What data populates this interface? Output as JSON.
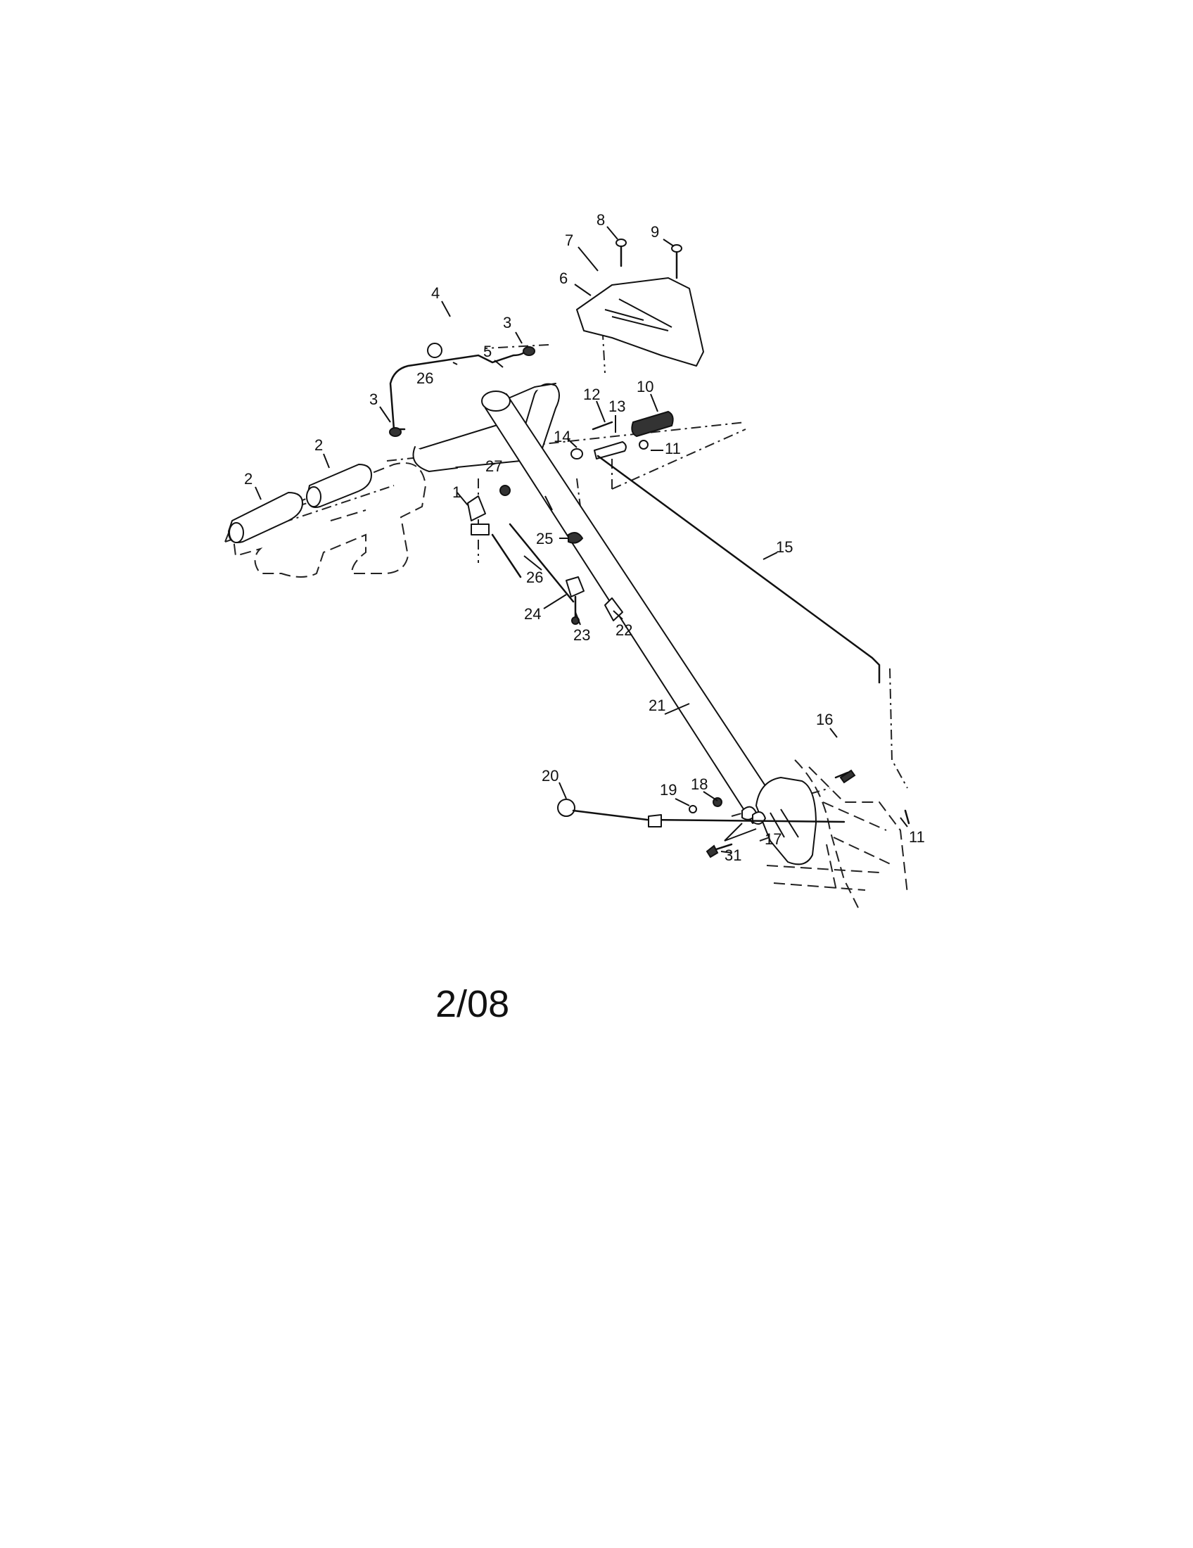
{
  "callouts": {
    "c1": "1",
    "c2a": "2",
    "c2b": "2",
    "c3a": "3",
    "c3b": "3",
    "c4": "4",
    "c5": "5",
    "c6": "6",
    "c7": "7",
    "c8": "8",
    "c9": "9",
    "c10": "10",
    "c11a": "11",
    "c11b": "11",
    "c12": "12",
    "c13": "13",
    "c14": "14",
    "c15": "15",
    "c16": "16",
    "c17": "17",
    "c18": "18",
    "c19": "19",
    "c20": "20",
    "c21": "21",
    "c22": "22",
    "c23": "23",
    "c24": "24",
    "c25": "25",
    "c26a": "26",
    "c26b": "26",
    "c27": "27",
    "c31": "31"
  },
  "footer_code": "2/08"
}
